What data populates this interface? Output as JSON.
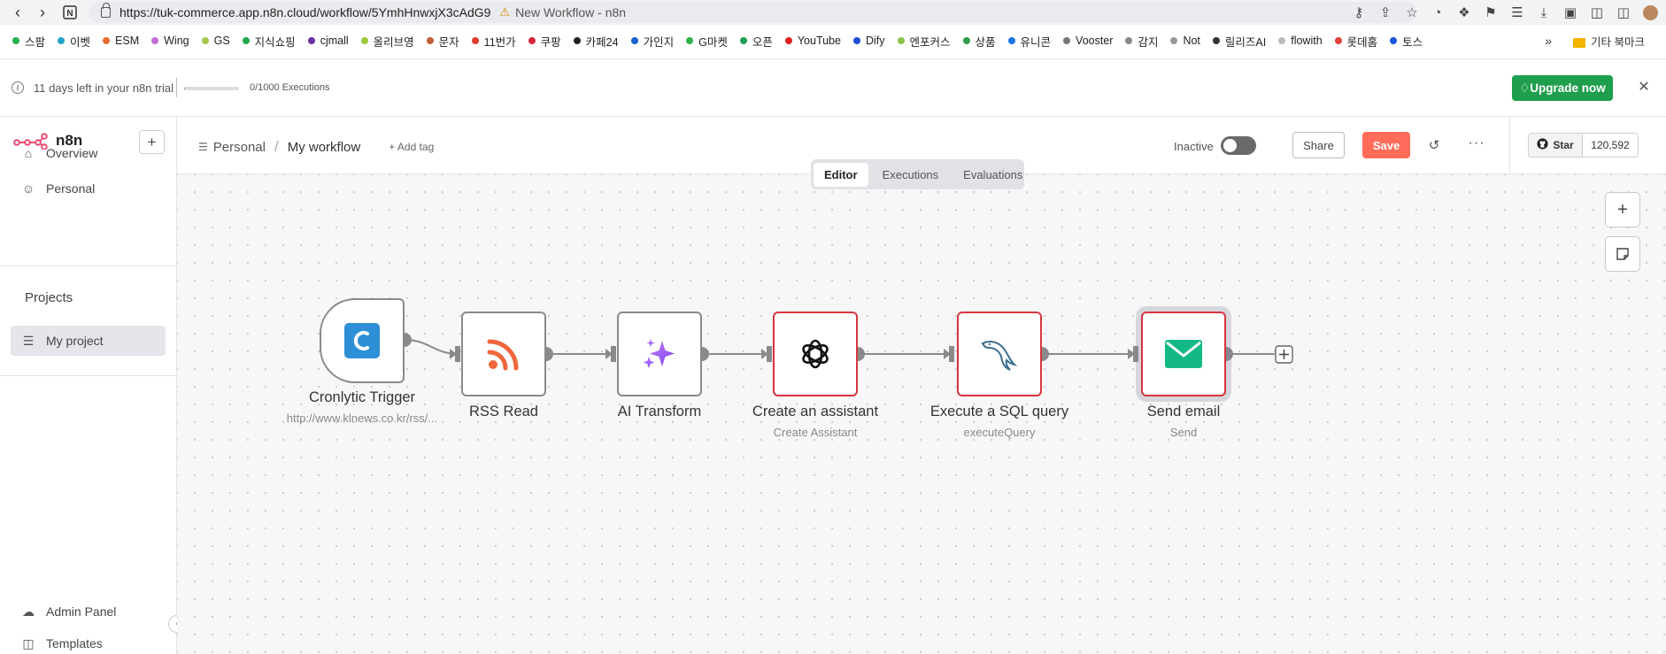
{
  "browser": {
    "url": "https://tuk-commerce.app.n8n.cloud/workflow/5YmhHnwxjX3cAdG9",
    "page_title": "New Workflow - n8n",
    "bookmarks": [
      {
        "label": "스팜",
        "color": "#22b14c"
      },
      {
        "label": "이벳",
        "color": "#29a3c9"
      },
      {
        "label": "ESM",
        "color": "#e86d2f"
      },
      {
        "label": "Wing",
        "color": "#c26bd6"
      },
      {
        "label": "GS",
        "color": "#a5c64a"
      },
      {
        "label": "지식쇼핑",
        "color": "#21a84a"
      },
      {
        "label": "cjmall",
        "color": "#6b2fa3"
      },
      {
        "label": "올리브영",
        "color": "#9ac93a"
      },
      {
        "label": "문자",
        "color": "#c0603a"
      },
      {
        "label": "11번가",
        "color": "#e23b2e"
      },
      {
        "label": "쿠팡",
        "color": "#d7263d"
      },
      {
        "label": "카페24",
        "color": "#222222"
      },
      {
        "label": "가인지",
        "color": "#1a5fd0"
      },
      {
        "label": "G마켓",
        "color": "#2db34a"
      },
      {
        "label": "오픈",
        "color": "#1e9e52"
      },
      {
        "label": "YouTube",
        "color": "#e02020"
      },
      {
        "label": "Dify",
        "color": "#1d4ed8"
      },
      {
        "label": "엔포커스",
        "color": "#8bc34a"
      },
      {
        "label": "상품",
        "color": "#2e9d4a"
      },
      {
        "label": "유니콘",
        "color": "#1a73e8"
      },
      {
        "label": "Vooster",
        "color": "#777777"
      },
      {
        "label": "감지",
        "color": "#888888"
      },
      {
        "label": "Not",
        "color": "#999999"
      },
      {
        "label": "릴리즈AI",
        "color": "#333333"
      },
      {
        "label": "flowith",
        "color": "#bbbbbb"
      },
      {
        "label": "롯데홈",
        "color": "#e0403a"
      },
      {
        "label": "토스",
        "color": "#1a56db"
      }
    ],
    "other_bookmarks": "기타 북마크"
  },
  "trial": {
    "days_left_text": "11 days left in your n8n trial",
    "executions_text": "0/1000 Executions",
    "executions_used_fraction": 0.02,
    "upgrade_label": "Upgrade now",
    "upgrade_color": "#1f9e4d"
  },
  "sidebar": {
    "brand": "n8n",
    "nav": [
      {
        "label": "Overview",
        "icon": "home-icon"
      },
      {
        "label": "Personal",
        "icon": "user-icon"
      }
    ],
    "projects_heading": "Projects",
    "projects": [
      {
        "label": "My project",
        "icon": "layers-icon",
        "active": true
      }
    ],
    "bottom": [
      {
        "label": "Admin Panel",
        "icon": "cloud-icon"
      },
      {
        "label": "Templates",
        "icon": "template-icon"
      }
    ]
  },
  "header": {
    "breadcrumb_project": "Personal",
    "workflow_name": "My workflow",
    "add_tag": "+ Add tag",
    "active_state_label": "Inactive",
    "share_label": "Share",
    "save_label": "Save",
    "save_color": "#ff6d5a",
    "github_star_label": "Star",
    "github_star_count": "120,592"
  },
  "tabs": [
    {
      "label": "Editor",
      "active": true
    },
    {
      "label": "Executions",
      "active": false
    },
    {
      "label": "Evaluations",
      "active": false
    }
  ],
  "nodes": [
    {
      "id": "cronlytic",
      "title": "Cronlytic Trigger",
      "subtitle": "http://www.klnews.co.kr/rss/...",
      "icon": "cronlytic-icon",
      "state": "default"
    },
    {
      "id": "rss",
      "title": "RSS Read",
      "subtitle": "",
      "icon": "rss-icon",
      "state": "default"
    },
    {
      "id": "ai",
      "title": "AI Transform",
      "subtitle": "",
      "icon": "sparkle-icon",
      "state": "default"
    },
    {
      "id": "assistant",
      "title": "Create an assistant",
      "subtitle": "Create Assistant",
      "icon": "openai-icon",
      "state": "warning"
    },
    {
      "id": "sql",
      "title": "Execute a SQL query",
      "subtitle": "executeQuery",
      "icon": "mysql-dolphin-icon",
      "state": "warning"
    },
    {
      "id": "email",
      "title": "Send email",
      "subtitle": "Send",
      "icon": "envelope-icon",
      "state": "warning-selected"
    }
  ],
  "colors": {
    "accent": "#ff6d5a",
    "warning_border": "#d8353f",
    "node_border": "#8a8a8a",
    "rss_orange": "#f0653b",
    "ai_purple": "#8b5cf6",
    "email_green": "#12b886",
    "cronlytic_blue": "#2d8fd6"
  }
}
